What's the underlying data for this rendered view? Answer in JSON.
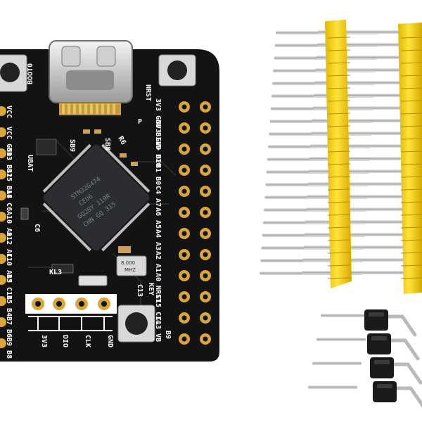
{
  "image": {
    "subject": "STM32 development board with pin headers",
    "colors": {
      "background": "#ffffff",
      "pcb": "#121212",
      "silkscreen": "#ffffff",
      "pad_gold": "#d9a63a",
      "header_plastic": "#f2d21b",
      "pin_metal": "#c8c8c8",
      "right_angle_plastic": "#1a1a1a"
    }
  },
  "board": {
    "top_labels": {
      "boot0": "BOOT0",
      "nrst": "NRST"
    },
    "left_column": [
      "VCC",
      "VCC GND",
      "B13 B12",
      "B15 B14",
      "A8 C6",
      "A10 A9",
      "A12 A11",
      "C10 A15",
      "B3 C11",
      "B5 B4",
      "B7 B6",
      "B9 B8"
    ],
    "right_column_a": [
      "3V3 GND B11",
      "3V3 GND B10",
      "V+ B2",
      "B1 B0",
      "C4 A7",
      "A6 A5",
      "A4 A3",
      "A2 A1",
      "A0 NRST",
      "C15 C14",
      "C13 VB"
    ],
    "right_column_b": [
      "P",
      "B9"
    ],
    "parts": {
      "sb8": "SB8",
      "sb9": "SB9",
      "ubat": "UBAT",
      "r6": "R6",
      "c6": "C6",
      "kl3": "KL3",
      "key": "KEY"
    },
    "swd": {
      "label_3v3": "3V3",
      "label_dio": "DIO",
      "label_clk": "CLK",
      "label_gnd": "GND"
    },
    "mcu": {
      "lines": [
        "STM32G474",
        "CEU6",
        "GQ28Y 119R",
        "CHN GQ 315"
      ]
    },
    "crystal": {
      "label": "8.000",
      "unit": "MHZ"
    },
    "keys": {
      "c13": "C13"
    }
  }
}
